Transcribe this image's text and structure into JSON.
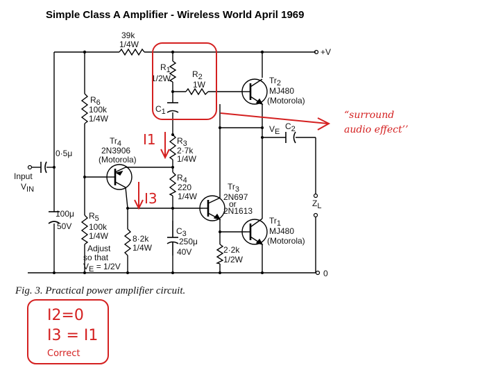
{
  "title": "Simple Class A Amplifier - Wireless World April 1969",
  "caption": "Fig. 3. Practical power amplifier circuit.",
  "rails": {
    "positive": "+V",
    "zero": "0"
  },
  "input": {
    "label1": "Input",
    "label2": "V",
    "label2_sub": "IN",
    "cap_value": "0·5μ"
  },
  "components": {
    "r_top": {
      "value": "39k",
      "power": "1/4W"
    },
    "r1": {
      "name": "R",
      "sub": "1",
      "power": "1/2W"
    },
    "r2": {
      "name": "R",
      "sub": "2",
      "power": "1W"
    },
    "c1": {
      "name": "C",
      "sub": "1"
    },
    "r3": {
      "name": "R",
      "sub": "3",
      "value": "2·7k",
      "power": "1/4W"
    },
    "r4": {
      "name": "R",
      "sub": "4",
      "value": "220",
      "power": "1/4W"
    },
    "c3": {
      "name": "C",
      "sub": "3",
      "value": "250μ",
      "voltage": "40V"
    },
    "r6": {
      "name": "R",
      "sub": "6",
      "value": "100k",
      "power": "1/4W"
    },
    "r5": {
      "name": "R",
      "sub": "5",
      "value": "100k",
      "power": "1/4W"
    },
    "c_100": {
      "value": "100μ",
      "voltage": "50V"
    },
    "r_8k2": {
      "value": "8·2k",
      "power": "1/4W"
    },
    "r_2k2": {
      "value": "2·2k",
      "power": "1/2W"
    },
    "c2": {
      "name": "C",
      "sub": "2"
    },
    "ve": {
      "name": "V",
      "sub": "E"
    },
    "zl": {
      "name": "Z",
      "sub": "L"
    },
    "adjust": {
      "line1": "Adjust",
      "line2": "so that",
      "line3": "V",
      "line3_sub": "E",
      "line3_rest": " = 1/2V"
    }
  },
  "transistors": {
    "tr2": {
      "name": "Tr",
      "sub": "2",
      "part": "MJ480",
      "maker": "(Motorola)"
    },
    "tr4": {
      "name": "Tr",
      "sub": "4",
      "part": "2N3906",
      "maker": "(Motorola)"
    },
    "tr3": {
      "name": "Tr",
      "sub": "3",
      "part": "2N697",
      "or": "or",
      "alt": "2N1613"
    },
    "tr1": {
      "name": "Tr",
      "sub": "1",
      "part": "MJ480",
      "maker": "(Motorola)"
    }
  },
  "annotations": {
    "note_line1": "“surround",
    "note_line2": "audio effect’’",
    "i1": "I1",
    "i3": "I3",
    "box_line1": "I2=0",
    "box_line2": "I3 = I1",
    "box_line3": "Correct",
    "color": "#d42020"
  }
}
